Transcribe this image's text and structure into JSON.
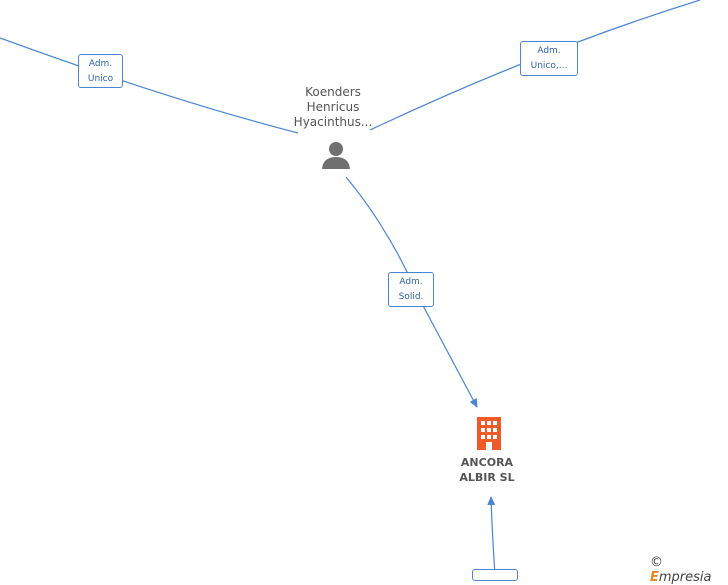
{
  "person": {
    "name": "Koenders\nHenricus\nHyacinthus...",
    "icon": "person-icon"
  },
  "company": {
    "name": "ANCORA\nALBIR SL",
    "icon": "building-icon",
    "color": "#f05a28"
  },
  "roles": {
    "left": "Adm.\nUnico",
    "right": "Adm.\nUnico,...",
    "center": "Adm.\nSolid."
  },
  "colors": {
    "edge": "#4a86d4",
    "person": "#707070"
  },
  "brand": {
    "copyright": "©",
    "initial": "E",
    "rest": "mpresia"
  }
}
